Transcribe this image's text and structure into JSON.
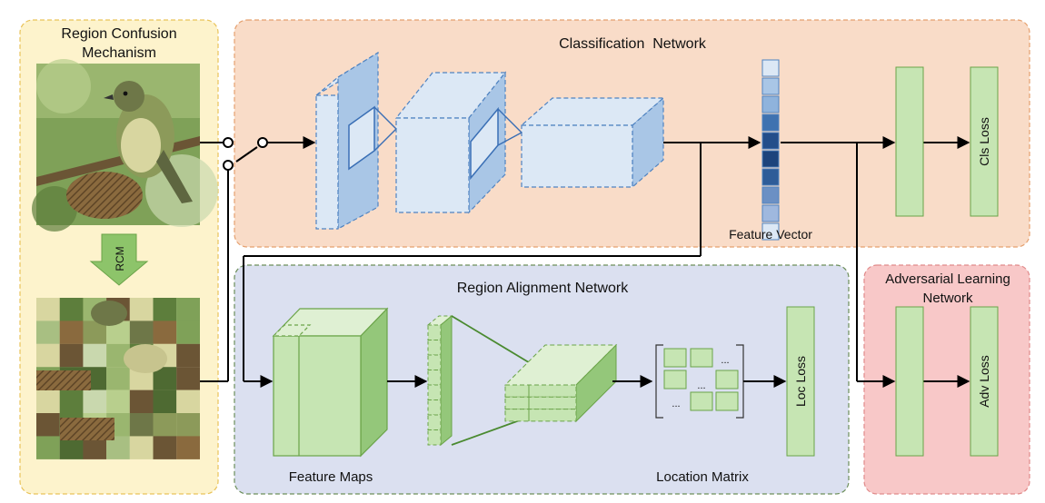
{
  "rcm_panel": {
    "title_line1": "Region Confusion",
    "title_line2": "Mechanism",
    "arrow_label": "RCM"
  },
  "classification": {
    "title": "Classification  Network",
    "feature_vector_label": "Feature Vector",
    "loss_label": "Cls Loss"
  },
  "alignment": {
    "title": "Region Alignment Network",
    "feature_maps_label": "Feature Maps",
    "location_matrix_label": "Location Matrix",
    "loss_label": "Loc Loss",
    "ellipsis": "..."
  },
  "adversarial": {
    "title_line1": "Adversarial Learning",
    "title_line2": "Network",
    "loss_label": "Adv Loss"
  },
  "colors": {
    "rcm_bg": "#fdf3cc",
    "cls_bg": "#f9dcc8",
    "align_bg": "#dbe0f0",
    "adv_bg": "#f8c8c8",
    "blue_face": "#dce8f5",
    "blue_dark": "#a9c6e6",
    "green_face": "#c6e5b3",
    "green_dark": "#94c77a",
    "feature_vector_shades": [
      "#dce8f5",
      "#a9c6e6",
      "#8fb3dc",
      "#3f72b0",
      "#244e8a",
      "#1d447c",
      "#2e5c98",
      "#6b90c4",
      "#9fb8de",
      "#dce8f5"
    ]
  }
}
